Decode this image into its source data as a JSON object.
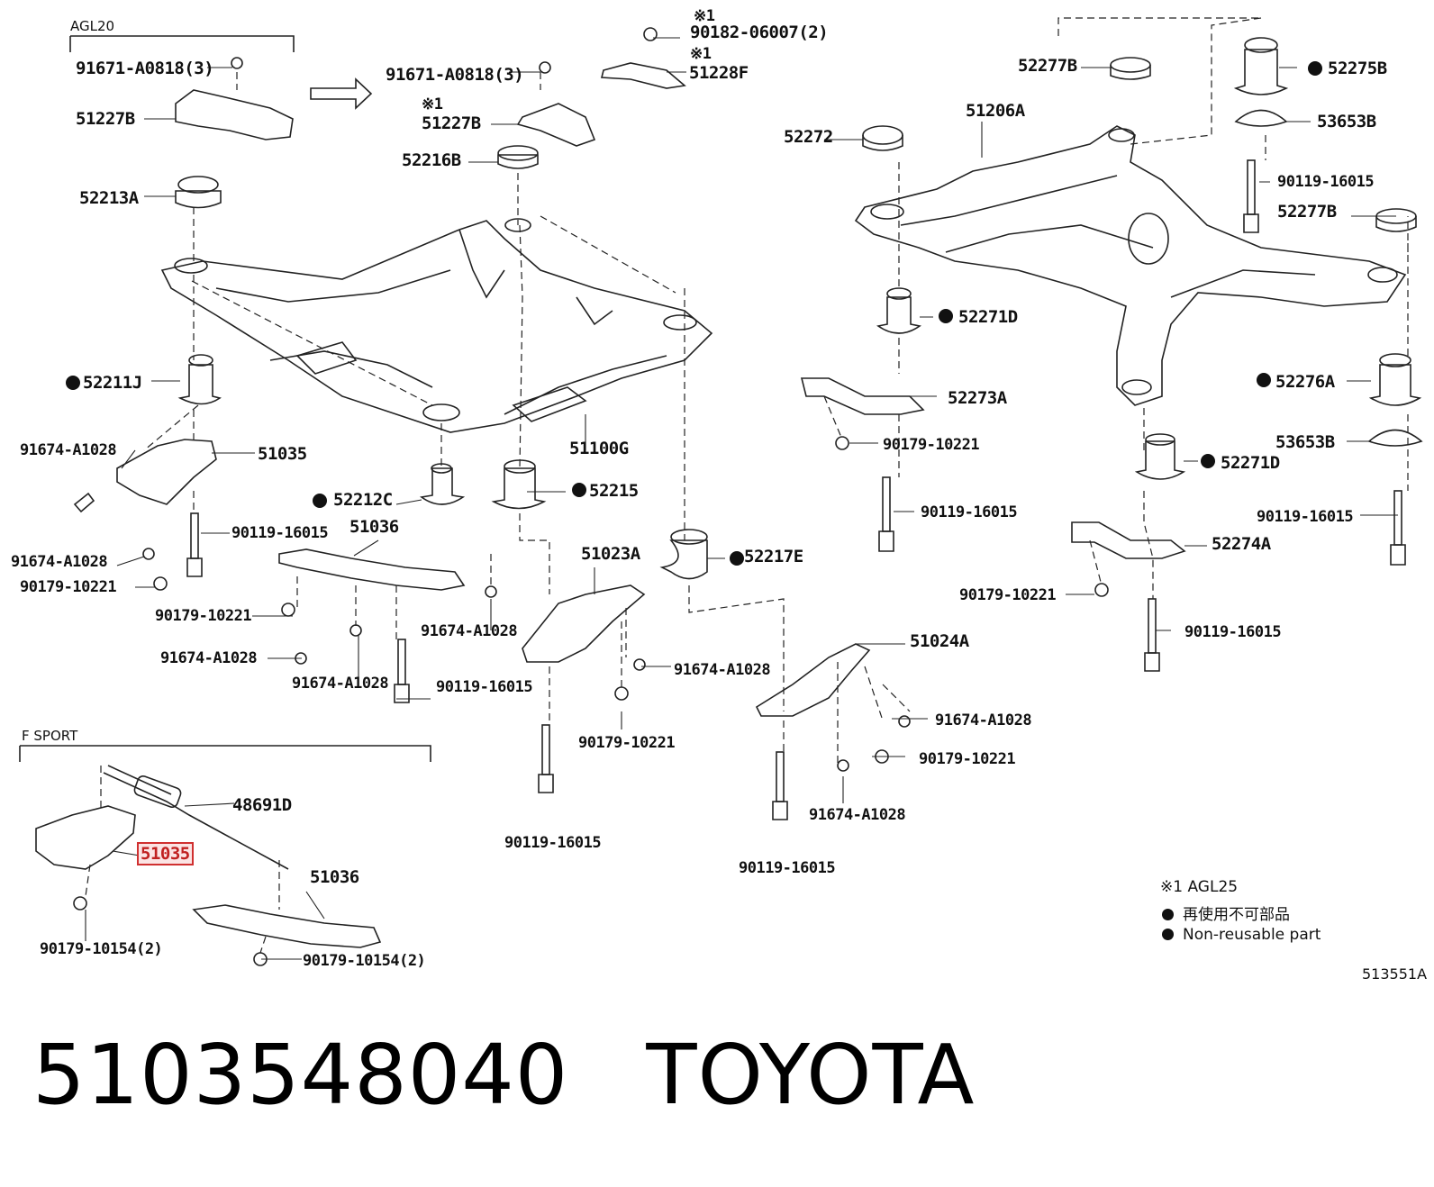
{
  "groups": {
    "agl20": "AGL20",
    "f_sport": "F SPORT"
  },
  "labels": {
    "l_91671_a": "91671-A0818(3)",
    "l_51227b_a": "51227B",
    "l_91671_b": "91671-A0818(3)",
    "l_note_1a": "※1",
    "l_51227b_b": "51227B",
    "l_note_1b": "※1",
    "l_90182": "90182-06007(2)",
    "l_note_1c": "※1",
    "l_51228f": "51228F",
    "l_52216b": "52216B",
    "l_52213a": "52213A",
    "l_52211j": "52211J",
    "l_91674_1": "91674-A1028",
    "l_51035_main": "51035",
    "l_91674_2": "91674-A1028",
    "l_90179_1": "90179-10221",
    "l_90119_1": "90119-16015",
    "l_90179_2": "90179-10221",
    "l_91674_3": "91674-A1028",
    "l_91674_4": "91674-A1028",
    "l_51036_main": "51036",
    "l_52212c": "52212C",
    "l_90119_2": "90119-16015",
    "l_52215": "52215",
    "l_51100g": "51100G",
    "l_51023a": "51023A",
    "l_91674_5": "91674-A1028",
    "l_91674_6": "91674-A1028",
    "l_90179_3": "90179-10221",
    "l_90119_3": "90119-16015",
    "l_52217e": "52217E",
    "l_51024a": "51024A",
    "l_91674_7": "91674-A1028",
    "l_90179_4": "90179-10221",
    "l_91674_8": "91674-A1028",
    "l_90119_4": "90119-16015",
    "l_52277b_a": "52277B",
    "l_52275b": "52275B",
    "l_51206a": "51206A",
    "l_52272": "52272",
    "l_53653b_a": "53653B",
    "l_90119_5": "90119-16015",
    "l_52277b_b": "52277B",
    "l_52271d_a": "52271D",
    "l_52273a": "52273A",
    "l_90179_5": "90179-10221",
    "l_90119_6": "90119-16015",
    "l_52276a": "52276A",
    "l_53653b_b": "53653B",
    "l_52271d_b": "52271D",
    "l_90119_7": "90119-16015",
    "l_52274a": "52274A",
    "l_90179_6": "90179-10221",
    "l_90119_8": "90119-16015",
    "l_48691d": "48691D",
    "l_51035_fs": "51035",
    "l_51036_fs": "51036",
    "l_90179_fs1": "90179-10154(2)",
    "l_90179_fs2": "90179-10154(2)"
  },
  "legend": {
    "note": "※1 AGL25",
    "jp": "再使用不可部品",
    "en": "Non-reusable part"
  },
  "ref_code": "513551A",
  "footer": {
    "part_number": "5103548040",
    "brand": "TOYOTA"
  }
}
